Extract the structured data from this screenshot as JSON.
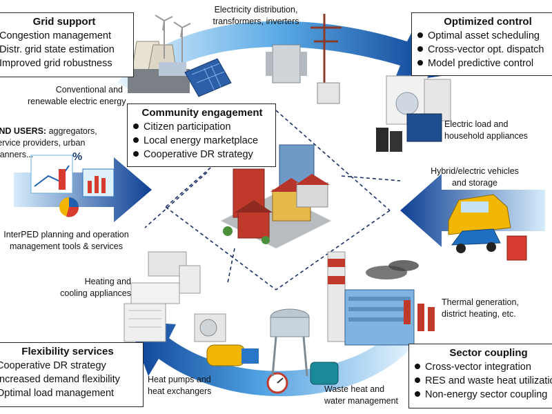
{
  "boxes": {
    "grid_support": {
      "title": "Grid support",
      "items": [
        "Congestion management",
        "Distr. grid state estimation",
        "Improved grid robustness"
      ]
    },
    "optimized_control": {
      "title": "Optimized control",
      "items": [
        "Optimal asset scheduling",
        "Cross-vector opt. dispatch",
        "Model predictive control"
      ]
    },
    "community_engagement": {
      "title": "Community engagement",
      "items": [
        "Citizen participation",
        "Local energy marketplace",
        "Cooperative DR strategy"
      ]
    },
    "flexibility_services": {
      "title": "Flexibility services",
      "items": [
        "Cooperative DR strategy",
        "Increased demand flexibility",
        "Optimal load management"
      ]
    },
    "sector_coupling": {
      "title": "Sector coupling",
      "items": [
        "Cross-vector integration",
        "RES and waste heat utilization",
        "Non-energy sector coupling"
      ]
    }
  },
  "labels": {
    "electricity_distribution": [
      "Electricity distribution,",
      "transformers, inverters"
    ],
    "conventional_renewable": [
      "Conventional and",
      "renewable electric energy"
    ],
    "end_users_bold": "END USERS:",
    "end_users": [
      " aggregators,",
      "service providers, urban",
      "planners..."
    ],
    "electric_load": [
      "Electric load and",
      "household appliances"
    ],
    "vehicles": [
      "Hybrid/electric vehicles",
      "and storage"
    ],
    "planning_tools": [
      "InterPED planning and operation",
      "management tools & services"
    ],
    "heating_cooling": [
      "Heating and",
      "cooling appliances"
    ],
    "thermal_generation": [
      "Thermal generation,",
      "district heating, etc."
    ],
    "heat_pumps": [
      "Heat pumps and",
      "heat exchangers"
    ],
    "waste_heat": [
      "Waste heat and",
      "water management"
    ]
  },
  "colors": {
    "arrow_dark": "#0a3a8c",
    "arrow_light": "#9fd3f5",
    "border": "#222222"
  }
}
